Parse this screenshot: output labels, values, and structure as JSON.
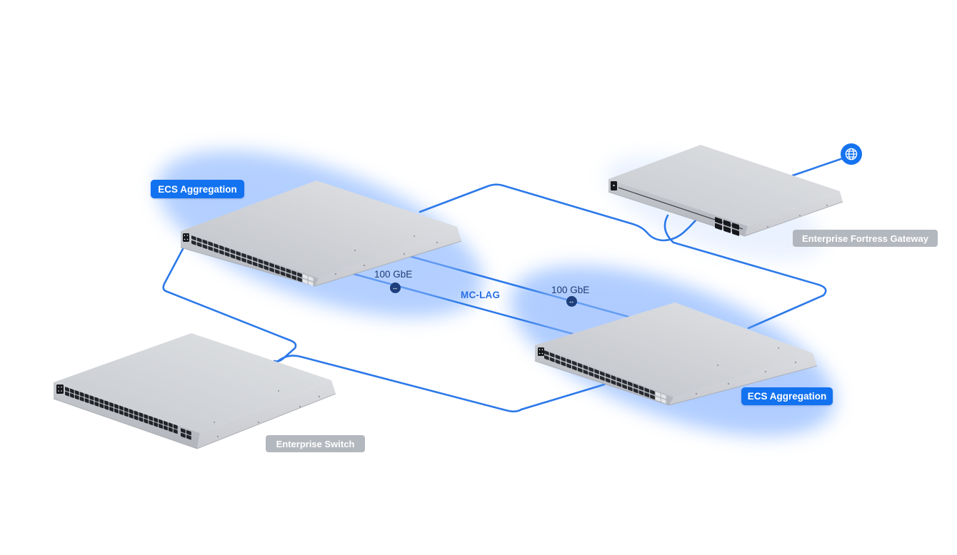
{
  "diagram": {
    "type": "network-topology",
    "nodes": [
      {
        "id": "ecs-aggregation-1",
        "label": "ECS Aggregation",
        "device_type": "aggregation-switch",
        "badge_style": "blue",
        "highlighted": true
      },
      {
        "id": "enterprise-fortress-gateway",
        "label": "Enterprise Fortress Gateway",
        "device_type": "gateway",
        "badge_style": "gray",
        "highlighted": false
      },
      {
        "id": "ecs-aggregation-2",
        "label": "ECS Aggregation",
        "device_type": "aggregation-switch",
        "badge_style": "blue",
        "highlighted": true
      },
      {
        "id": "enterprise-switch",
        "label": "Enterprise Switch",
        "device_type": "access-switch",
        "badge_style": "gray",
        "highlighted": false
      },
      {
        "id": "internet",
        "label": "",
        "device_type": "internet",
        "badge_style": "none",
        "highlighted": false
      }
    ],
    "links": [
      {
        "from": "ecs-aggregation-1",
        "to": "enterprise-fortress-gateway"
      },
      {
        "from": "enterprise-fortress-gateway",
        "to": "ecs-aggregation-2"
      },
      {
        "from": "ecs-aggregation-1",
        "to": "ecs-aggregation-2",
        "label": "MC-LAG",
        "speed": "100 GbE",
        "line_count": 2
      },
      {
        "from": "ecs-aggregation-1",
        "to": "enterprise-switch"
      },
      {
        "from": "enterprise-switch",
        "to": "ecs-aggregation-2"
      },
      {
        "from": "enterprise-fortress-gateway",
        "to": "internet"
      }
    ],
    "annotations": {
      "mclag": "MC-LAG",
      "speed_left": "100 GbE",
      "speed_right": "100 GbE"
    },
    "icons": {
      "globe": "globe-icon",
      "link_marker": "↔"
    },
    "colors": {
      "link_blue": "#2C79E9",
      "badge_blue": "#1372EF",
      "badge_gray": "#ADB1B8",
      "navy_text": "#1D3C77",
      "mclag_text": "#2B6FE5",
      "marker_navy": "#1E3F7C",
      "glow": "#9FC3FF",
      "background": "#FFFFFF"
    }
  }
}
